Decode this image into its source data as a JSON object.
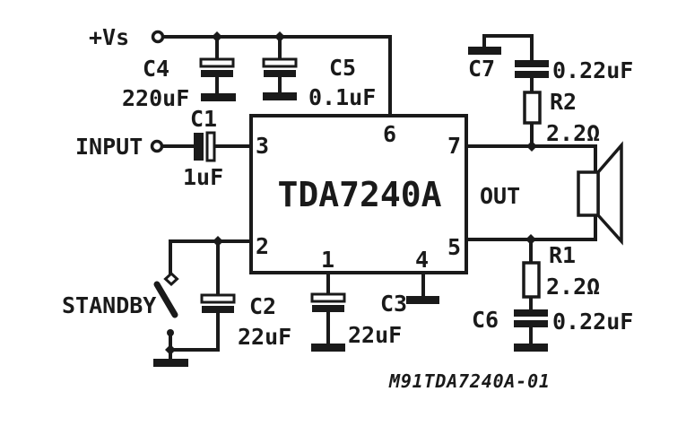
{
  "labels": {
    "supply": "+Vs",
    "input": "INPUT",
    "standby": "STANDBY",
    "output": "OUT"
  },
  "ic": {
    "name": "TDA7240A",
    "pins": {
      "p1": "1",
      "p2": "2",
      "p3": "3",
      "p4": "4",
      "p5": "5",
      "p6": "6",
      "p7": "7"
    }
  },
  "components": {
    "c1": {
      "ref": "C1",
      "value": "1uF"
    },
    "c2": {
      "ref": "C2",
      "value": "22uF"
    },
    "c3": {
      "ref": "C3",
      "value": "22uF"
    },
    "c4": {
      "ref": "C4",
      "value": "220uF"
    },
    "c5": {
      "ref": "C5",
      "value": "0.1uF"
    },
    "c6": {
      "ref": "C6",
      "value": "0.22uF"
    },
    "c7": {
      "ref": "C7",
      "value": "0.22uF"
    },
    "r1": {
      "ref": "R1",
      "value": "2.2Ω"
    },
    "r2": {
      "ref": "R2",
      "value": "2.2Ω"
    }
  },
  "footer": {
    "part_number": "M91TDA7240A-01"
  },
  "colors": {
    "ink": "#1a1a1a",
    "background": "#ffffff"
  }
}
